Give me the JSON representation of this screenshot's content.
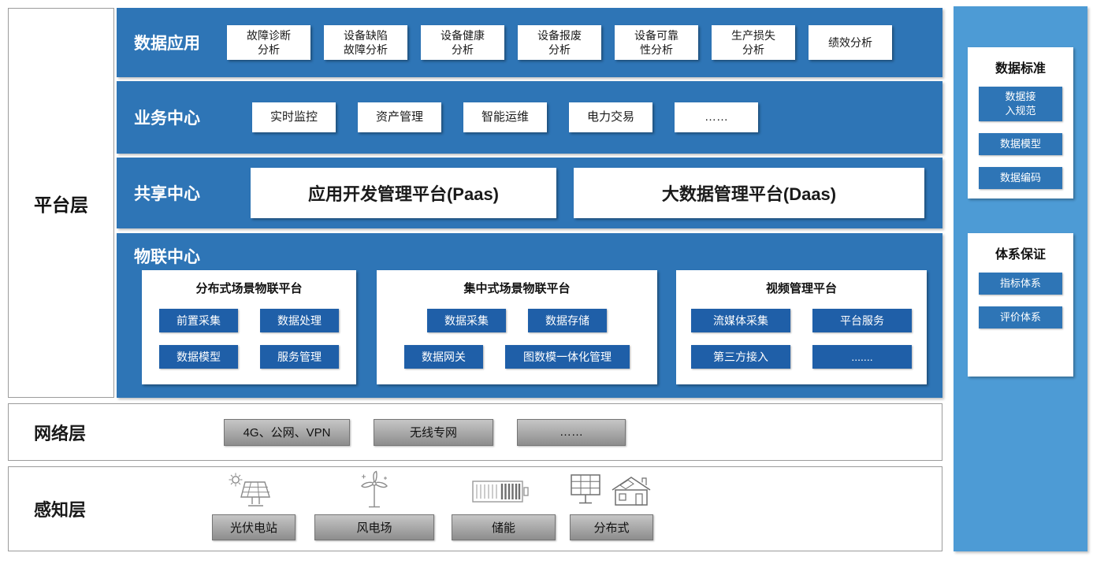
{
  "platform_layer": {
    "label": "平台层",
    "data_app": {
      "label": "数据应用",
      "items": [
        "故障诊断\n分析",
        "设备缺陷\n故障分析",
        "设备健康\n分析",
        "设备报废\n分析",
        "设备可靠\n性分析",
        "生产损失\n分析",
        "绩效分析"
      ]
    },
    "business": {
      "label": "业务中心",
      "items": [
        "实时监控",
        "资产管理",
        "智能运维",
        "电力交易",
        "……"
      ]
    },
    "sharing": {
      "label": "共享中心",
      "items": [
        "应用开发管理平台(Paas)",
        "大数据管理平台(Daas)"
      ]
    },
    "iot": {
      "label": "物联中心",
      "panels": [
        {
          "title": "分布式场景物联平台",
          "items": [
            "前置采集",
            "数据处理",
            "数据模型",
            "服务管理"
          ]
        },
        {
          "title": "集中式场景物联平台",
          "items": [
            "数据采集",
            "数据存储",
            "数据网关",
            "图数模一体化管理"
          ]
        },
        {
          "title": "视频管理平台",
          "items": [
            "流媒体采集",
            "平台服务",
            "第三方接入",
            "......."
          ]
        }
      ]
    }
  },
  "network_layer": {
    "label": "网络层",
    "items": [
      "4G、公网、VPN",
      "无线专网",
      "……"
    ]
  },
  "perception_layer": {
    "label": "感知层",
    "icons": [
      "solar-plant-icon",
      "wind-turbine-icon",
      "energy-storage-icon",
      "distributed-pv-icon"
    ],
    "items": [
      "光伏电站",
      "风电场",
      "储能",
      "分布式"
    ]
  },
  "right_panel": {
    "data_standard": {
      "title": "数据标准",
      "items": [
        "数据接\n入规范",
        "数据模型",
        "数据编码"
      ]
    },
    "system_assurance": {
      "title": "体系保证",
      "items": [
        "指标体系",
        "评价体系"
      ]
    }
  },
  "colors": {
    "primary_blue": "#2E75B6",
    "dark_blue": "#1F5FA8",
    "right_panel_blue": "#4D9BD5",
    "gray_button": "#9C9C9C"
  }
}
